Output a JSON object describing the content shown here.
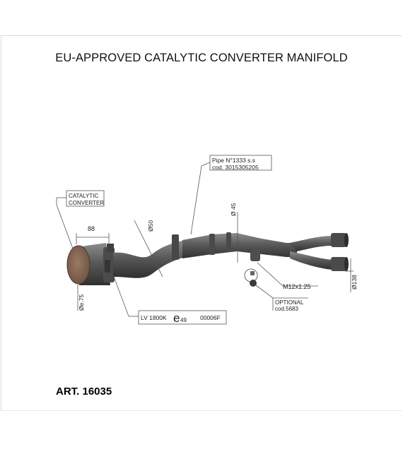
{
  "title": "EU-APPROVED CATALYTIC CONVERTER MANIFOLD",
  "article": "ART. 16035",
  "labels": {
    "catalytic_line1": "CATALYTIC",
    "catalytic_line2": "CONVERTER",
    "dim_88": "88",
    "dim_phi50": "Ø50",
    "dim_phi45": "Ø 45",
    "dim_phi75": "Øe.75",
    "dim_phi38": "Ø138",
    "pipe_line1": "Pipe N°1333 s.s",
    "pipe_line2": "cod. 3015305205",
    "thread": "M12x1.25",
    "optional_line1": "OPTIONAL",
    "optional_line2": "cod.5683",
    "approval_prefix": "LV 1800K",
    "approval_mark": "e",
    "approval_mark_sub": "49",
    "approval_suffix": "00006F"
  },
  "colors": {
    "pipe": "#5f5f5f",
    "pipe_dark": "#3d3d3d",
    "converter_face": "#8a6a55",
    "line": "#555555"
  }
}
